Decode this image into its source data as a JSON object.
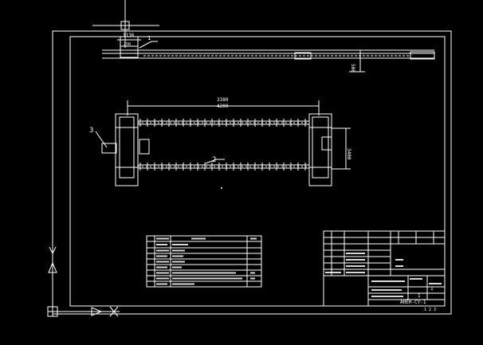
{
  "colors": {
    "background": "#000000",
    "line": "#ffffff",
    "dim": "#ffffff"
  },
  "dimensions": {
    "top_width": "1136",
    "top_inner": "250",
    "side_height": "500",
    "span_top": "3380",
    "span_bottom": "4200",
    "right_height": "3400"
  },
  "callouts": {
    "one": "1",
    "two": "2",
    "three": "3"
  },
  "title_block": {
    "model": "1",
    "qty": "1",
    "drawing_number": "AHEH-CY-1",
    "footer": "1 2 3"
  },
  "icons": {
    "cursor": "crosshair-cursor-icon",
    "ucs": "ucs-axis-icon"
  }
}
